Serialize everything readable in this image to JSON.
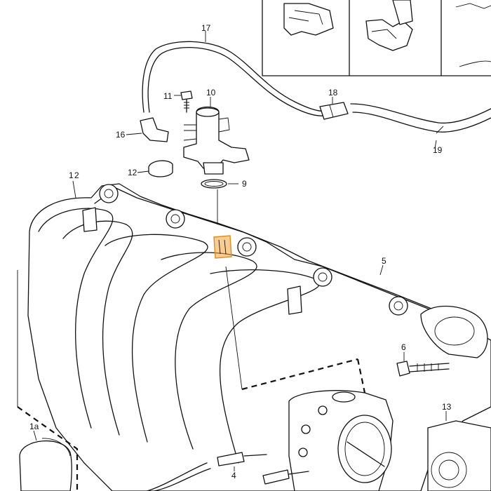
{
  "labels": {
    "l1": "1",
    "l1a": "1a",
    "l2": "2",
    "l4": "4",
    "l5": "5",
    "l6": "6",
    "l9": "9",
    "l10": "10",
    "l11": "11",
    "l12": "12",
    "l13": "13",
    "l16": "16",
    "l17": "17",
    "l18": "18",
    "l19": "19"
  },
  "colors": {
    "line": "#111111",
    "highlight": "#f2a33a"
  }
}
